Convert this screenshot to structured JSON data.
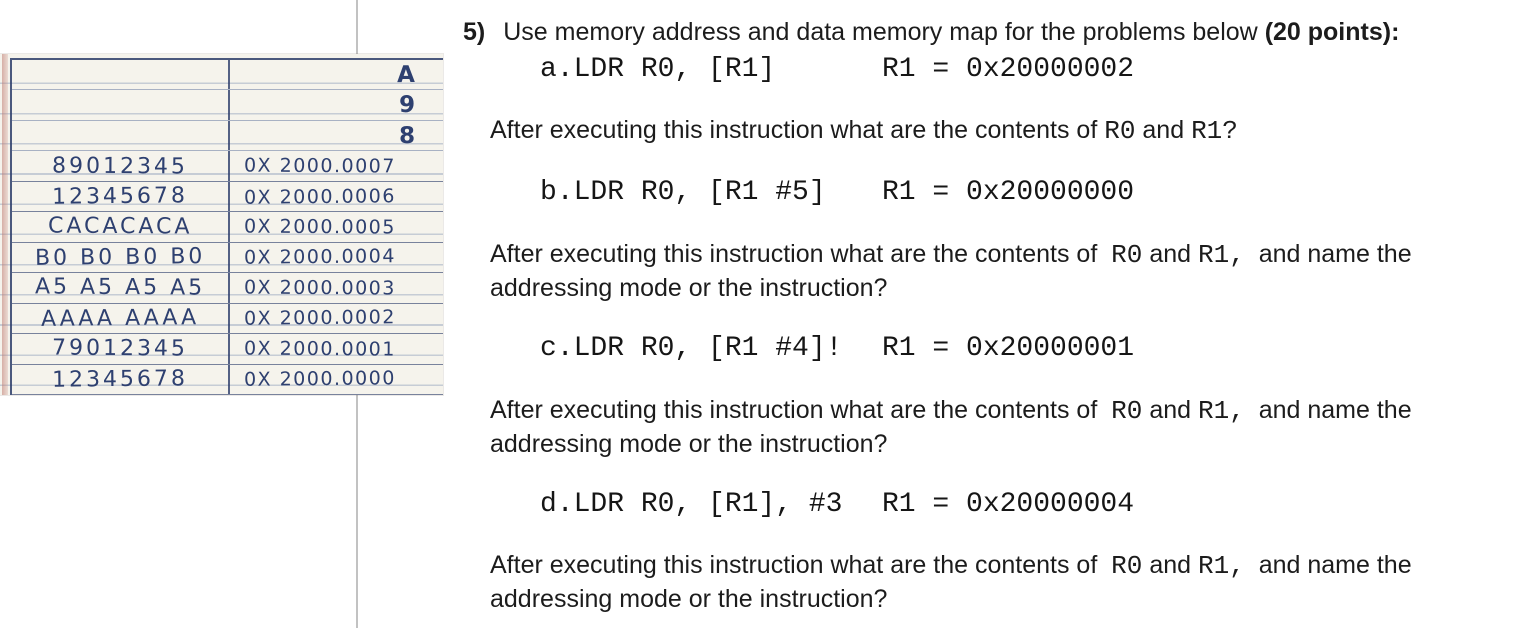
{
  "page": {
    "background_color": "#ffffff",
    "divider_color": "#c2c2c2"
  },
  "memory_map": {
    "paper_color": "#f5f3ec",
    "ink_color": "#2e4070",
    "margin_line_color": "#bf786e",
    "header_rows": [
      {
        "data": "",
        "address": "A"
      },
      {
        "data": "",
        "address": "9"
      },
      {
        "data": "",
        "address": "8"
      }
    ],
    "rows": [
      {
        "data": "89012345",
        "address": "0X 2000.0007"
      },
      {
        "data": "12345678",
        "address": "0X 2000.0006"
      },
      {
        "data": "CACACACA",
        "address": "0X 2000.0005"
      },
      {
        "data": "B0 B0 B0 B0",
        "address": "0X 2000.0004"
      },
      {
        "data": "A5 A5 A5 A5",
        "address": "0X 2000.0003"
      },
      {
        "data": "AAAA AAAA",
        "address": "0X 2000.0002"
      },
      {
        "data": "79012345",
        "address": "0X 2000.0001"
      },
      {
        "data": "12345678",
        "address": "0X 2000.0000"
      }
    ]
  },
  "problem": {
    "number": "5)",
    "intro_text": "Use memory address and data memory map for the problems below ",
    "intro_bold": "(20 points):",
    "parts": [
      {
        "id": "a",
        "instruction": "a.LDR R0, [R1]",
        "register": "R1 = 0x20000002",
        "q1": [
          [
            "After executing this instruction what are the contents of ",
            0
          ],
          [
            "R0",
            1
          ],
          [
            " and ",
            0
          ],
          [
            "R1?",
            1
          ]
        ],
        "q2": ""
      },
      {
        "id": "b",
        "instruction": "b.LDR R0, [R1 #5]",
        "register": "R1 = 0x20000000",
        "q1": [
          [
            "After executing this instruction what are the contents of  ",
            0
          ],
          [
            "R0",
            1
          ],
          [
            " and ",
            0
          ],
          [
            "R1,",
            1
          ],
          [
            "  and name the",
            0
          ]
        ],
        "q2": "addressing mode or the instruction?"
      },
      {
        "id": "c",
        "instruction": "c.LDR R0, [R1 #4]!",
        "register": "R1 = 0x20000001",
        "q1": [
          [
            "After executing this instruction what are the contents of  ",
            0
          ],
          [
            "R0",
            1
          ],
          [
            " and ",
            0
          ],
          [
            "R1,",
            1
          ],
          [
            "  and name the",
            0
          ]
        ],
        "q2": "addressing mode or the instruction?"
      },
      {
        "id": "d",
        "instruction": "d.LDR R0, [R1], #3",
        "register": "R1 = 0x20000004",
        "q1": [
          [
            "After executing this instruction what are the contents of  ",
            0
          ],
          [
            "R0",
            1
          ],
          [
            " and ",
            0
          ],
          [
            "R1,",
            1
          ],
          [
            "  and name the",
            0
          ]
        ],
        "q2": "addressing mode or the instruction?"
      }
    ]
  }
}
